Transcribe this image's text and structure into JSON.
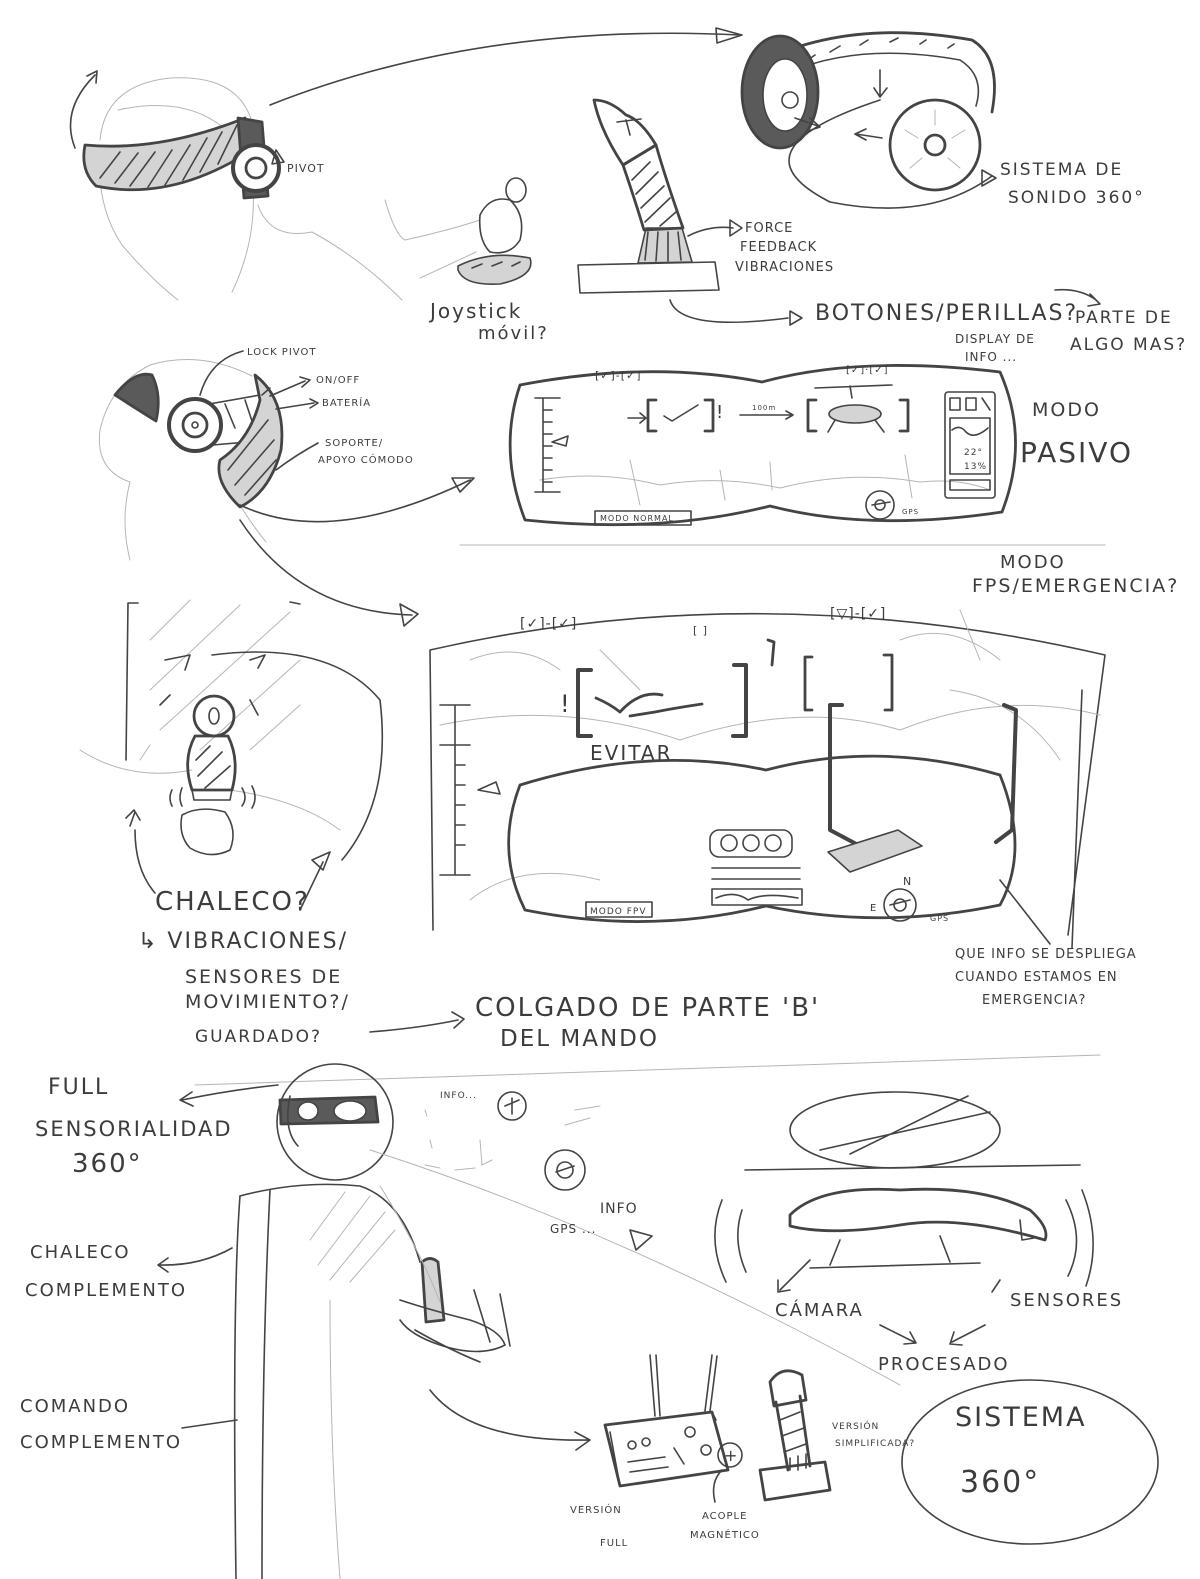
{
  "top_headset": {
    "pivot": "PIVOT"
  },
  "sound_system": {
    "line1": "SISTEMA DE",
    "line2": "SONIDO 360°"
  },
  "joystick": {
    "force1": "FORCE",
    "force2": "FEEDBACK",
    "force3": "VIBRACIONES",
    "mobile1": "Joystick",
    "mobile2": "móvil?",
    "buttons": "BOTONES/PERILLAS?",
    "part1": "PARTE DE",
    "part2": "ALGO MAS?",
    "display1": "DISPLAY DE",
    "display2": "INFO ..."
  },
  "side_headset": {
    "lock_pivot": "LOCK PIVOT",
    "on_off": "ON/OFF",
    "battery": "BATERÍA",
    "support1": "SOPORTE/",
    "support2": "APOYO CÓMODO"
  },
  "passive_hud": {
    "top_left": "[✓]-[✓]",
    "top_right": "[✓]·[✓]",
    "alert": "!",
    "distance": "100m",
    "temp": "22°",
    "percent": "13%",
    "gps": "GPS",
    "mode_box": "MODO NORMAL",
    "title1": "MODO",
    "title2": "PASIVO"
  },
  "fps_hud": {
    "title1": "MODO",
    "title2": "FPS/EMERGENCIA?",
    "top_left": "[✓]-[✓]",
    "top_mid": "[ ]",
    "top_right": "[▽]-[✓]",
    "alert": "!",
    "avoid": "EVITAR",
    "mode_box": "MODO FPV",
    "north": "N",
    "east": "E",
    "gps": "GPS",
    "question1": "QUE INFO SE DESPLIEGA",
    "question2": "CUANDO ESTAMOS EN",
    "question3": "EMERGENCIA?"
  },
  "vest": {
    "title": "CHALECO?",
    "line1": "↳ VIBRACIONES/",
    "line2": "SENSORES DE",
    "line3": "MOVIMIENTO?/",
    "line4": "GUARDADO?",
    "hang1": "COLGADO DE PARTE 'B'",
    "hang2": "DEL MANDO"
  },
  "full_system": {
    "full1": "FULL",
    "full2": "SENSORIALIDAD",
    "full3": "360°",
    "vest1": "CHALECO",
    "vest2": "COMPLEMENTO",
    "command1": "COMANDO",
    "command2": "COMPLEMENTO",
    "info_small": "INFO...",
    "gps": "GPS ...",
    "info": "INFO",
    "camera": "CÁMARA",
    "sensors": "SENSORES",
    "processed": "PROCESADO",
    "plus": "+",
    "full_version1": "VERSIÓN",
    "full_version2": "FULL",
    "coupling1": "ACOPLE",
    "coupling2": "MAGNÉTICO",
    "simple_version1": "VERSIÓN",
    "simple_version2": "SIMPLIFICADA?",
    "system1": "SISTEMA",
    "system2": "360°"
  },
  "colors": {
    "pencil": "#444444",
    "paper": "#ffffff"
  }
}
